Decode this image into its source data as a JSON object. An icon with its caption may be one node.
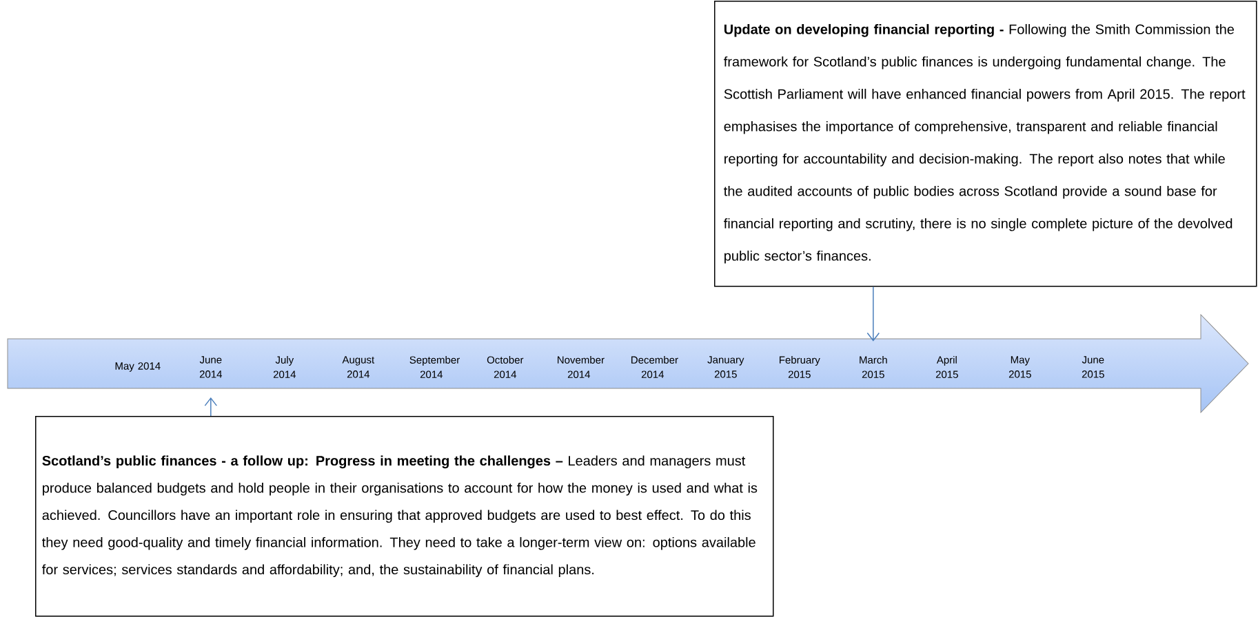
{
  "diagram": {
    "nodes": [
      {
        "text": [
          "**Update on developing financial reporting -** Following the Smith Commission the framework for Scotland’s public finances is undergoing fundamental change.  The Scottish Parliament will have enhanced financial powers from April 2015.  The report emphasises the importance of comprehensive, transparent and reliable financial reporting for accountability and decision-making.  The report also notes that while the audited accounts of public bodies across Scotland provide a sound base for financial reporting and scrutiny, there is no single complete picture of the devolved public sector’s finances."
        ]
      },
      {
        "text": [],
        "shape": "arrow"
      },
      {
        "text": [
          "May 2014"
        ],
        "in": 1
      },
      {
        "text": [
          "June 2014"
        ],
        "in": 1
      },
      {
        "text": [
          "July 2014"
        ],
        "in": 1
      },
      {
        "text": [
          "August 2014"
        ],
        "in": 1
      },
      {
        "text": [
          "September 2014"
        ],
        "in": 1
      },
      {
        "text": [
          "October 2014"
        ],
        "in": 1
      },
      {
        "text": [
          "November 2014"
        ],
        "in": 1
      },
      {
        "text": [
          "December 2014"
        ],
        "in": 1
      },
      {
        "text": [
          "January 2015"
        ],
        "in": 1
      },
      {
        "text": [
          "February 2015"
        ],
        "in": 1
      },
      {
        "text": [
          "March 2015"
        ],
        "in": 1
      },
      {
        "text": [
          "April 2015"
        ],
        "in": 1
      },
      {
        "text": [
          "May 2015"
        ],
        "in": 1
      },
      {
        "text": [
          "June 2015"
        ],
        "in": 1
      },
      {
        "text": [
          "**Scotland’s public finances - a follow up: Progress in meeting the challenges –** Leaders and managers must produce balanced budgets and hold people in their organisations to account for how the money is used and what is achieved.  Councillors have an important role in ensuring that approved budgets are used to best effect.  To do this they need good-quality and timely financial information.  They need to take a longer-term view on: options available for services; services standards and affordability; and, the sustainability of financial plans."
        ]
      }
    ],
    "edges": [
      {
        "from": 0,
        "to": 12,
        "arrow": "to"
      },
      {
        "from": 16,
        "to": 3,
        "arrow": "to"
      }
    ]
  }
}
